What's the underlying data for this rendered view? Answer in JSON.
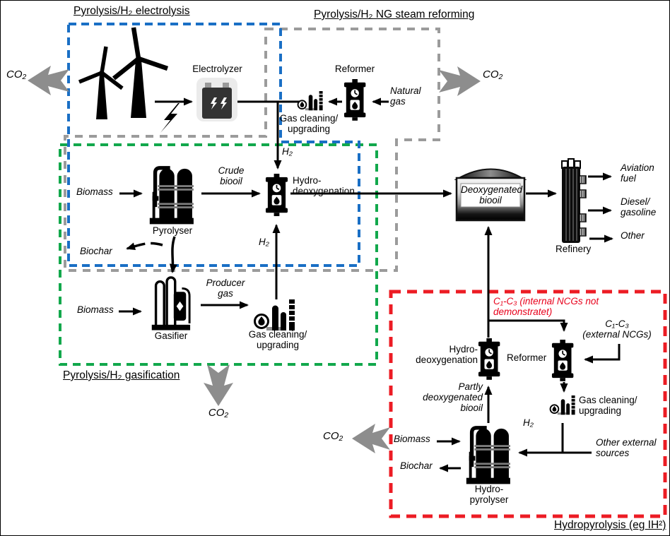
{
  "titles": {
    "electrolysis": "Pyrolysis/H₂ electrolysis",
    "ng_reforming": "Pyrolysis/H₂ NG steam reforming",
    "gasification": "Pyrolysis/H₂ gasification",
    "hydropyrolysis": "Hydropyrolysis (eg IH²)"
  },
  "units": {
    "electrolyzer": "Electrolyzer",
    "reformer_top": "Reformer",
    "gas_cleaning_top": "Gas cleaning/\nupgrading",
    "pyrolyser": "Pyrolyser",
    "hydrodeoxygenation": "Hydro-\ndeoxygenation",
    "gasifier": "Gasifier",
    "gas_cleaning_mid": "Gas cleaning/\nupgrading",
    "deoxygenated_biooil": "Deoxygenated\nbiooil",
    "refinery": "Refinery",
    "hydrodeoxygenation_red": "Hydro-\ndeoxygenation",
    "reformer_red": "Reformer",
    "gas_cleaning_red": "Gas cleaning/\nupgrading",
    "hydropyrolyser": "Hydro-\npyrolyser"
  },
  "flows": {
    "biomass_pyrolysis": "Biomass",
    "biomass_gasification": "Biomass",
    "biomass_hydropyrolysis": "Biomass",
    "biochar_pyrolysis": "Biochar",
    "biochar_hydropyrolysis": "Biochar",
    "crude_biooil": "Crude\nbiooil",
    "producer_gas": "Producer\ngas",
    "natural_gas": "Natural\ngas",
    "h2_top": "H₂",
    "h2_mid": "H₂",
    "h2_red": "H₂",
    "partly_deox_biooil": "Partly\ndeoxygenated\nbiooil",
    "ncg_internal": "C₁-C₃ (internal NCGs not\ndemonstratet)",
    "ncg_external": "C₁-C₃\n(external NCGs)",
    "other_external_sources": "Other external\nsources"
  },
  "outputs": {
    "aviation_fuel": "Aviation\nfuel",
    "diesel_gasoline": "Diesel/\ngasoline",
    "other": "Other"
  },
  "co2": {
    "label": "CO₂"
  },
  "colors": {
    "blue": "#1a6fc5",
    "green": "#12a84c",
    "gray": "#9b9b9b",
    "red": "#ec1c24",
    "co2_arrow": "#8d8d8d"
  }
}
